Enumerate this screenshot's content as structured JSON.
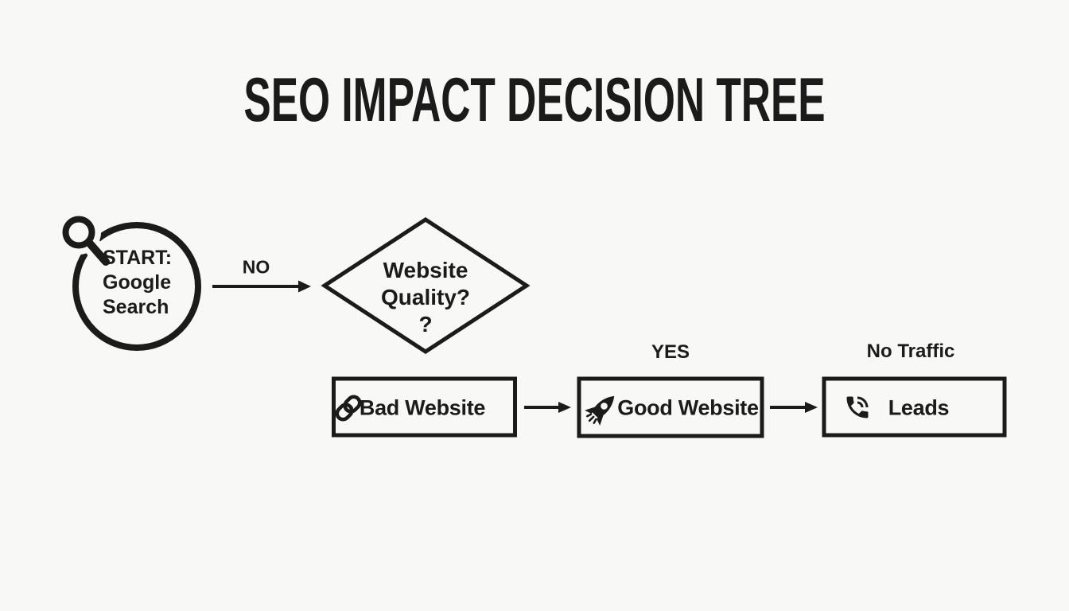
{
  "title": "SEO IMPACT DECISION TREE",
  "colors": {
    "ink": "#1b1b1b",
    "background": "#f8f8f6"
  },
  "nodes": {
    "start": {
      "icon": "magnifier-icon",
      "line1": "START:",
      "line2": "Google",
      "line3": "Search"
    },
    "decision": {
      "line1": "Website",
      "line2": "Quality?",
      "line3": "?"
    },
    "bad_website": {
      "icon": "link-icon",
      "label": "Bad Website"
    },
    "good_website": {
      "icon": "rocket-icon",
      "label": "Good Website"
    },
    "leads": {
      "icon": "phone-icon",
      "label": "Leads"
    }
  },
  "edge_labels": {
    "no": "NO",
    "yes": "YES",
    "no_traffic": "No Traffic"
  }
}
